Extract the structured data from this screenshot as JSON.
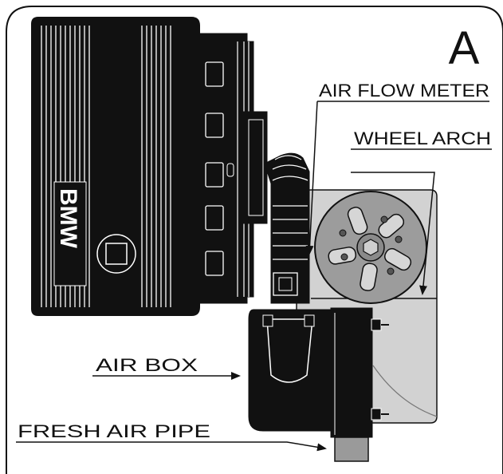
{
  "figure": {
    "panel_letter": "A",
    "brand_text": "BMW",
    "labels": {
      "air_flow_meter": "AIR FLOW METER",
      "wheel_arch": "WHEEL ARCH",
      "air_box": "AIR BOX",
      "fresh_air_pipe": "FRESH AIR PIPE"
    }
  },
  "colors": {
    "ink": "#111111",
    "light_gray": "#cfcfcf",
    "mid_gray": "#a8a8a8",
    "dark_gray": "#6a6a6a",
    "background": "#ffffff"
  }
}
